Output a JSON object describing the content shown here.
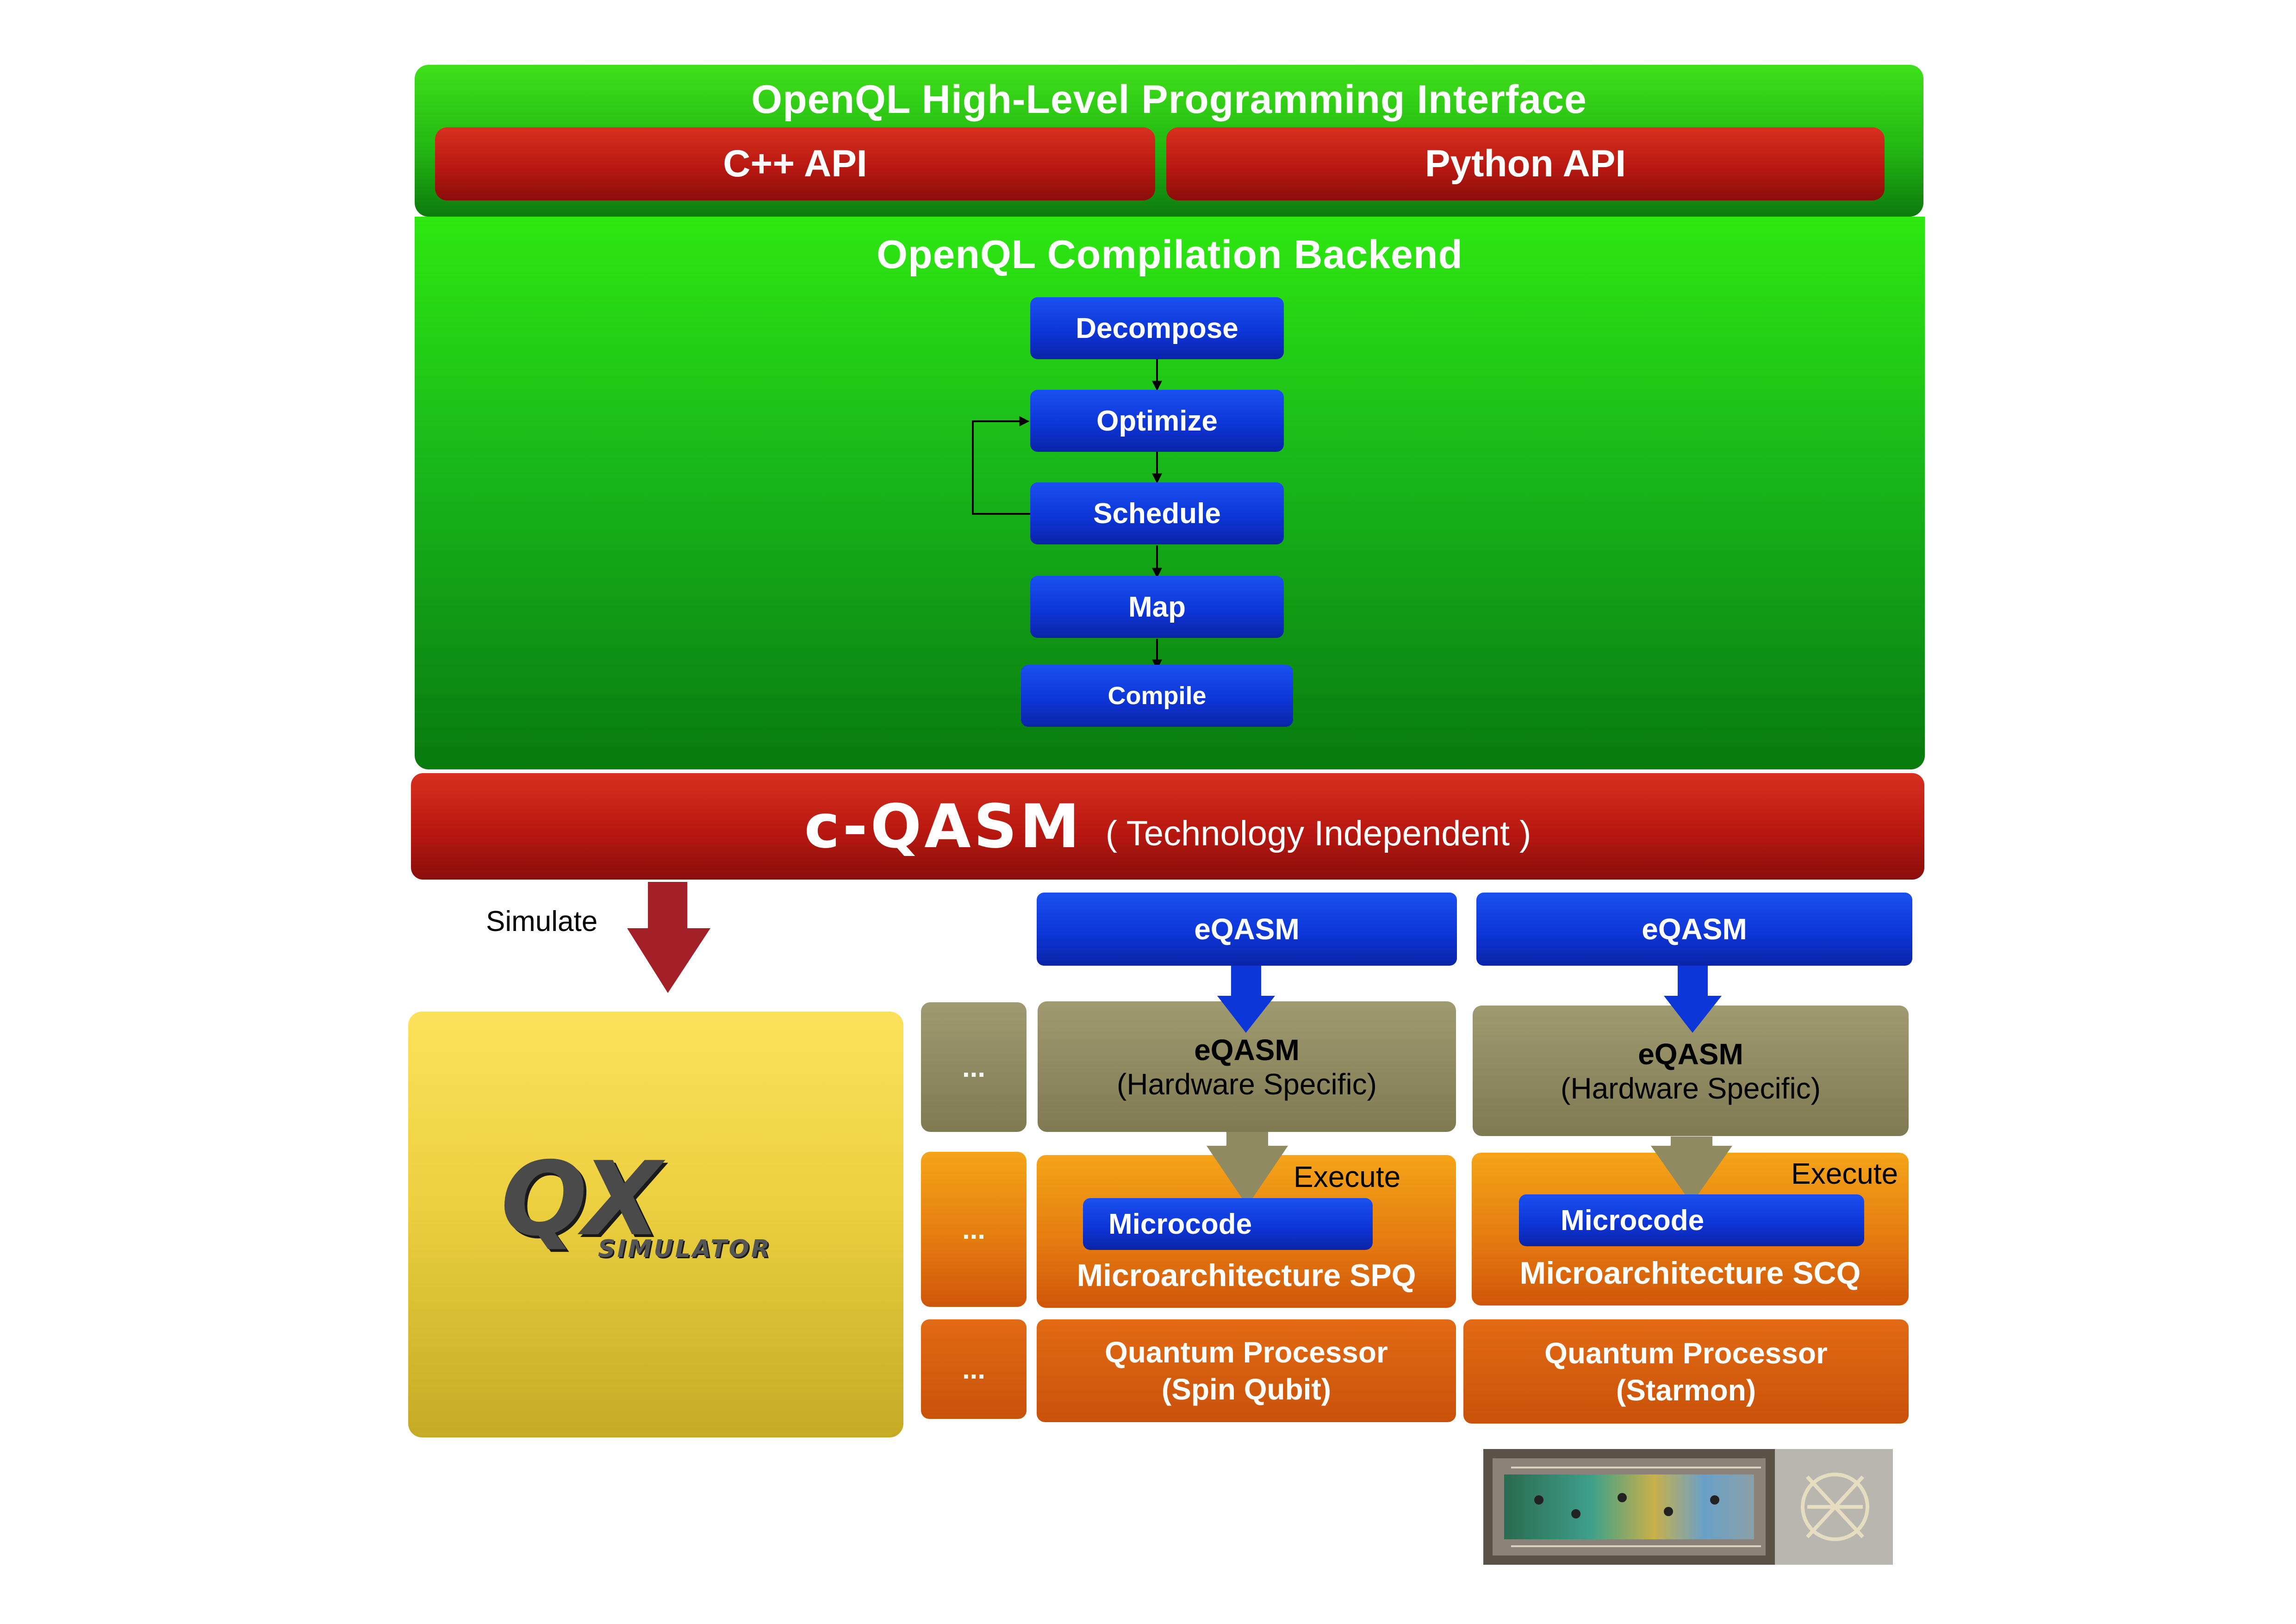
{
  "top": {
    "title": "OpenQL High-Level Programming Interface",
    "apis": [
      "C++ API",
      "Python API"
    ]
  },
  "backend": {
    "title": "OpenQL Compilation Backend",
    "steps": [
      "Decompose",
      "Optimize",
      "Schedule",
      "Map",
      "Compile"
    ]
  },
  "cqasm": {
    "name": "c-QASM",
    "subtitle": "( Technology Independent )"
  },
  "simulate_label": "Simulate",
  "simulator": {
    "logo_letters": "QX",
    "logo_word": "SIMULATOR"
  },
  "columns": {
    "dots": [
      "...",
      "...",
      "..."
    ],
    "spq": {
      "eqasm": "eQASM",
      "hw_title": "eQASM",
      "hw_sub": "(Hardware Specific)",
      "execute": "Execute",
      "microcode": "Microcode",
      "micro_arch": "Microarchitecture SPQ",
      "qp_line1": "Quantum Processor",
      "qp_line2": "(Spin Qubit)"
    },
    "scq": {
      "eqasm": "eQASM",
      "hw_title": "eQASM",
      "hw_sub": "(Hardware Specific)",
      "execute": "Execute",
      "microcode": "Microcode",
      "micro_arch": "Microarchitecture SCQ",
      "qp_line1": "Quantum Processor",
      "qp_line2": "(Starmon)"
    }
  },
  "colors": {
    "green": "#22c012",
    "red": "#b81810",
    "blue": "#0d36d8",
    "olive": "#8f8a60",
    "orange": "#e57c10",
    "yellow": "#ecd040",
    "arrow_red": "#a32028"
  }
}
